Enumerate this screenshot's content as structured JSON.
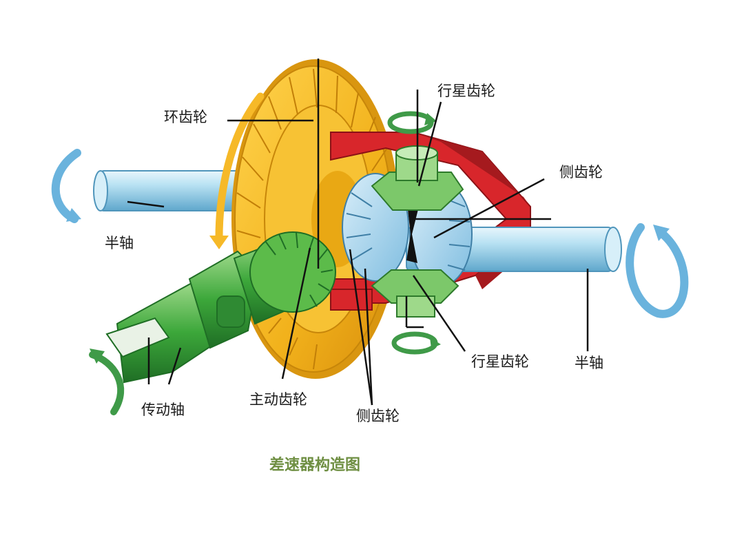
{
  "labels": {
    "ring_gear": "环齿轮",
    "planet_gear_top": "行星齿轮",
    "side_gear_right": "侧齿轮",
    "half_shaft_left": "半轴",
    "half_shaft_right": "半轴",
    "planet_gear_bottom": "行星齿轮",
    "drive_shaft": "传动轴",
    "pinion_gear": "主动齿轮",
    "side_gear_bottom": "侧齿轮"
  },
  "caption": "差速器构造图",
  "colors": {
    "ring_gear": "#f2b21c",
    "carrier": "#d8262b",
    "shaft": "#9fd3ea",
    "pinion": "#3ca73a",
    "planet_gear": "#7cc86a",
    "side_gear": "#a9d6ef",
    "arrow_blue": "#6ab3dd",
    "arrow_green": "#3f9a48",
    "caption": "#6f8f43"
  }
}
